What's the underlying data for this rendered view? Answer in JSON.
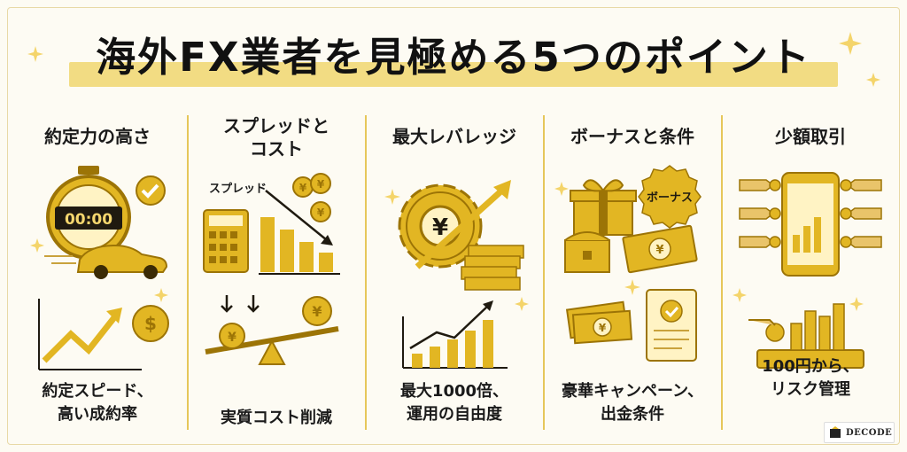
{
  "title": "海外FX業者を見極める5つのポイント",
  "colors": {
    "gold": "#e2b623",
    "dark_gold": "#9c7406",
    "accent": "#f2dc83"
  },
  "columns": [
    {
      "heading": [
        "約定力の高さ"
      ],
      "caption": [
        "約定スピード、",
        "高い成約率"
      ],
      "labels": {
        "clock": "00:00"
      }
    },
    {
      "heading": [
        "スプレッドと",
        "コスト"
      ],
      "caption": [
        "実質コスト削減"
      ],
      "labels": {
        "spread": "スプレッド",
        "yen": "¥"
      }
    },
    {
      "heading": [
        "最大レバレッジ"
      ],
      "caption": [
        "最大1000倍、",
        "運用の自由度"
      ],
      "labels": {
        "yen": "¥"
      }
    },
    {
      "heading": [
        "ボーナスと条件"
      ],
      "caption": [
        "豪華キャンペーン、",
        "出金条件"
      ],
      "labels": {
        "badge": "ボーナス",
        "yen": "¥"
      }
    },
    {
      "heading": [
        "少額取引"
      ],
      "caption": [
        "100円から、",
        "リスク管理"
      ],
      "labels": {}
    }
  ],
  "logo": {
    "text": "DECODE"
  }
}
